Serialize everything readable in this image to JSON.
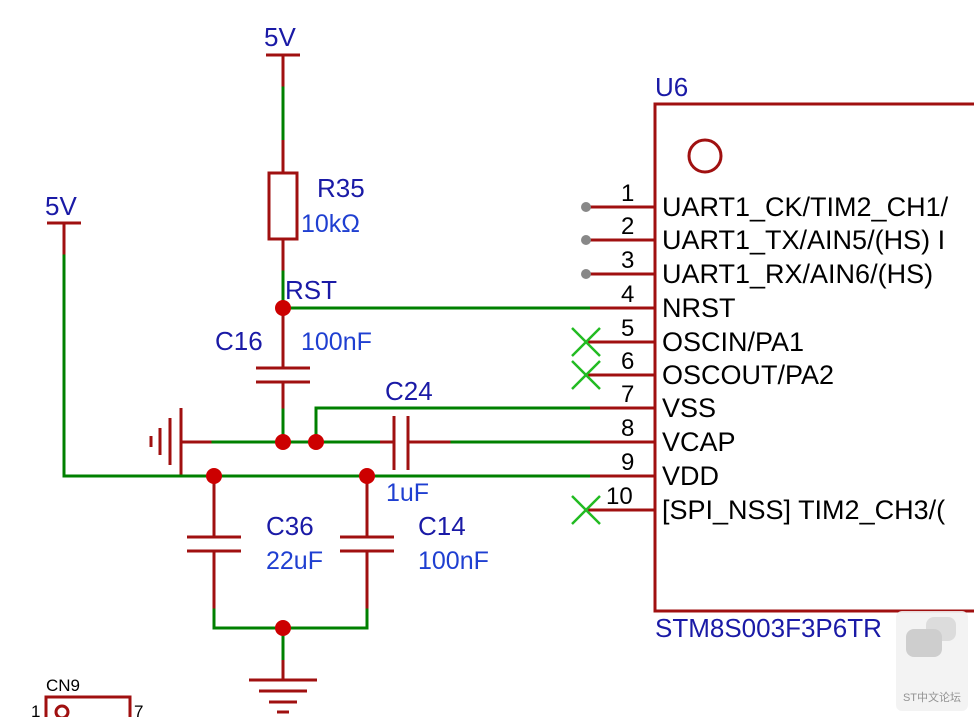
{
  "nets": {
    "vcc_top": "5V",
    "vcc_left": "5V",
    "rst": "RST"
  },
  "components": {
    "r35": {
      "ref": "R35",
      "value": "10kΩ"
    },
    "c16": {
      "ref": "C16",
      "value": "100nF"
    },
    "c24": {
      "ref": "C24",
      "value": "1uF"
    },
    "c36": {
      "ref": "C36",
      "value": "22uF"
    },
    "c14": {
      "ref": "C14",
      "value": "100nF"
    },
    "cn9": {
      "ref": "CN9",
      "pin_left": "1",
      "pin_right": "7"
    }
  },
  "ic": {
    "ref": "U6",
    "part": "STM8S003F3P6TR",
    "pins": [
      {
        "num": "1",
        "name": "UART1_CK/TIM2_CH1/"
      },
      {
        "num": "2",
        "name": "UART1_TX/AIN5/(HS) I"
      },
      {
        "num": "3",
        "name": "UART1_RX/AIN6/(HS) "
      },
      {
        "num": "4",
        "name": "NRST"
      },
      {
        "num": "5",
        "name": "OSCIN/PA1"
      },
      {
        "num": "6",
        "name": "OSCOUT/PA2"
      },
      {
        "num": "7",
        "name": "VSS"
      },
      {
        "num": "8",
        "name": "VCAP"
      },
      {
        "num": "9",
        "name": "VDD"
      },
      {
        "num": "10",
        "name": "[SPI_NSS] TIM2_CH3/("
      }
    ]
  },
  "watermark": {
    "text": "ST中文论坛"
  },
  "colors": {
    "wire": "#008000",
    "part": "#a01010",
    "junction": "#cc0000",
    "label": "#1a1aa6",
    "noconnect": "#22bb22"
  }
}
